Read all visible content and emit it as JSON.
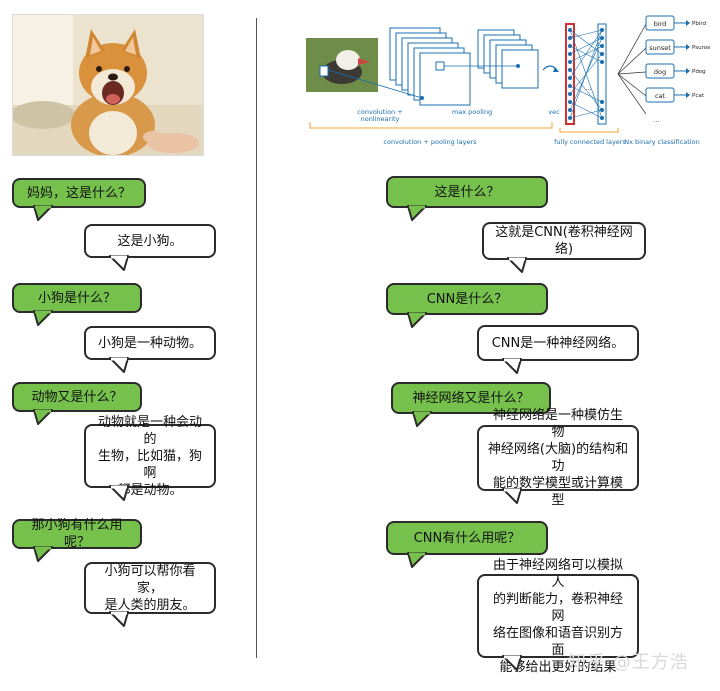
{
  "left_chat": [
    {
      "role": "q",
      "text": "妈妈，这是什么？"
    },
    {
      "role": "a",
      "text": "这是小狗。"
    },
    {
      "role": "q",
      "text": "小狗是什么？"
    },
    {
      "role": "a",
      "text": "小狗是一种动物。"
    },
    {
      "role": "q",
      "text": "动物又是什么？"
    },
    {
      "role": "a",
      "text": "动物就是一种会动的\n生物，比如猫，狗啊\n都是动物。"
    },
    {
      "role": "q",
      "text": "那小狗有什么用呢？"
    },
    {
      "role": "a",
      "text": "小狗可以帮你看家，\n是人类的朋友。"
    }
  ],
  "right_chat": [
    {
      "role": "q",
      "text": "这是什么？"
    },
    {
      "role": "a",
      "text": "这就是CNN(卷积神经网络)"
    },
    {
      "role": "q",
      "text": "CNN是什么？"
    },
    {
      "role": "a",
      "text": "CNN是一种神经网络。"
    },
    {
      "role": "q",
      "text": "神经网络又是什么？"
    },
    {
      "role": "a",
      "text": "神经网络是一种模仿生物\n神经网络(大脑)的结构和功\n能的数学模型或计算模型"
    },
    {
      "role": "q",
      "text": "CNN有什么用呢？"
    },
    {
      "role": "a",
      "text": "由于神经网络可以模拟人\n的判断能力，卷积神经网\n络在图像和语音识别方面\n能够给出更好的结果"
    }
  ],
  "cnn_diagram": {
    "labels": {
      "conv": "convolution +\nnonlinearity",
      "pool": "max pooling",
      "vec": "vec",
      "group1": "convolution + pooling layers",
      "group2": "fully connected layers",
      "group3": "Nx binary classification"
    },
    "classes": [
      "bird",
      "sunset",
      "dog",
      "cat"
    ],
    "probs": [
      "Pbird",
      "Psunset",
      "Pdog",
      "Pcat"
    ],
    "ellipsis": "...",
    "accent_color": "#f0a030",
    "line_color": "#1a6fb0",
    "fc_color": "#d03030"
  },
  "watermark": "知乎 @王方浩",
  "colors": {
    "question_bubble": "#76c14c",
    "answer_bubble": "#ffffff",
    "border": "#2b2b2b"
  }
}
